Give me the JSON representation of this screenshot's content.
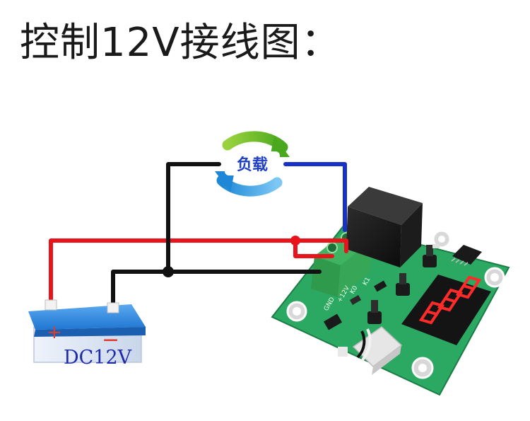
{
  "title": "控制12V接线图：",
  "load_label": "负载",
  "battery": {
    "label": "DC12V",
    "plus_sign": "+",
    "minus_sign": "−"
  },
  "board": {
    "terminals": [
      "GND",
      "+12V",
      "K0",
      "K1"
    ]
  },
  "colors": {
    "positive_wire": "#e8141c",
    "ground_wire": "#111111",
    "load_wire": "#1730c8",
    "board": "#25a05a",
    "display_digits": "#ff2a2a"
  }
}
